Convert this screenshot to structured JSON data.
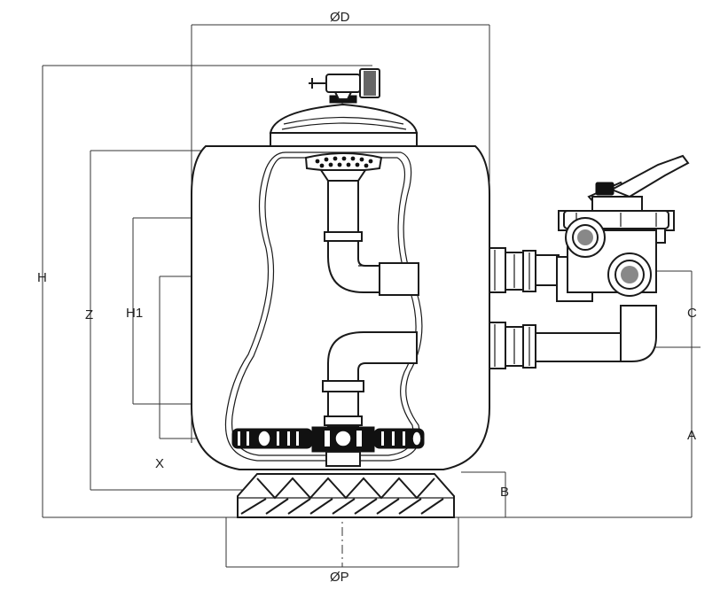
{
  "diagram": {
    "labels": {
      "od": "ØD",
      "h": "H",
      "z": "Z",
      "h1": "H1",
      "x": "X",
      "c": "C",
      "a": "A",
      "b": "B",
      "op": "ØP"
    },
    "colors": {
      "line": "#1a1a1a",
      "dimension": "#333333",
      "background": "#ffffff",
      "fill_dark": "#111111"
    }
  }
}
